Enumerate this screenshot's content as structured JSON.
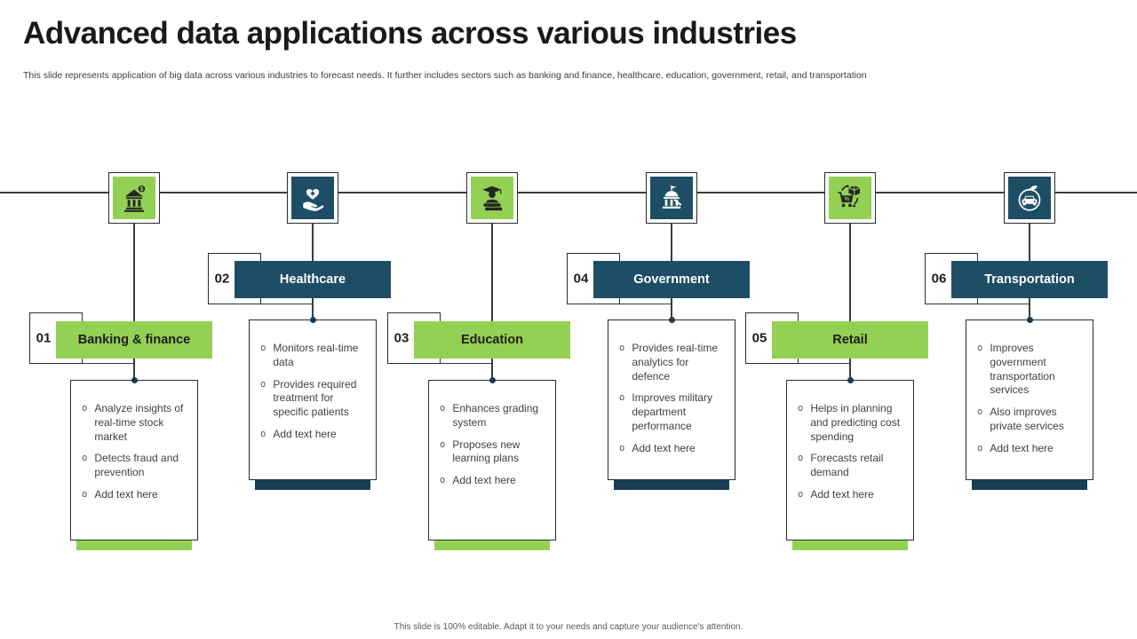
{
  "slide": {
    "title": "Advanced data applications across various industries",
    "subtitle": "This slide represents application of big data across various industries to forecast needs. It further includes sectors such as banking and finance, healthcare, education, government, retail, and transportation",
    "footer": "This slide is 100% editable. Adapt it to your needs and capture your audience's attention."
  },
  "ui": {
    "bullet_marker": "o"
  },
  "colors": {
    "green": "#93D154",
    "blue": "#1D4E66",
    "bar_blue": "#163F55",
    "dot": "#1B3A50"
  },
  "industries": [
    {
      "number": "01",
      "label": "Banking & finance",
      "theme": "green",
      "icon": "bank-coin-icon",
      "bullets": [
        "Analyze insights of real-time stock market",
        "Detects fraud and prevention",
        "Add text here"
      ]
    },
    {
      "number": "02",
      "label": "Healthcare",
      "theme": "blue",
      "icon": "hand-heart-icon",
      "bullets": [
        "Monitors real-time data",
        "Provides required treatment for specific patients",
        "Add text here"
      ]
    },
    {
      "number": "03",
      "label": "Education",
      "theme": "green",
      "icon": "graduate-books-icon",
      "bullets": [
        "Enhances grading system",
        "Proposes new learning plans",
        "Add text here"
      ]
    },
    {
      "number": "04",
      "label": "Government",
      "theme": "blue",
      "icon": "capitol-building-icon",
      "bullets": [
        "Provides real-time analytics for defence",
        "Improves military department performance",
        "Add text here"
      ]
    },
    {
      "number": "05",
      "label": "Retail",
      "theme": "green",
      "icon": "cart-box-arrows-icon",
      "bullets": [
        "Helps in planning and predicting cost spending",
        "Forecasts retail demand",
        "Add text here"
      ]
    },
    {
      "number": "06",
      "label": "Transportation",
      "theme": "blue",
      "icon": "eco-car-icon",
      "bullets": [
        "Improves government transportation services",
        "Also improves private services",
        "Add text here"
      ]
    }
  ]
}
